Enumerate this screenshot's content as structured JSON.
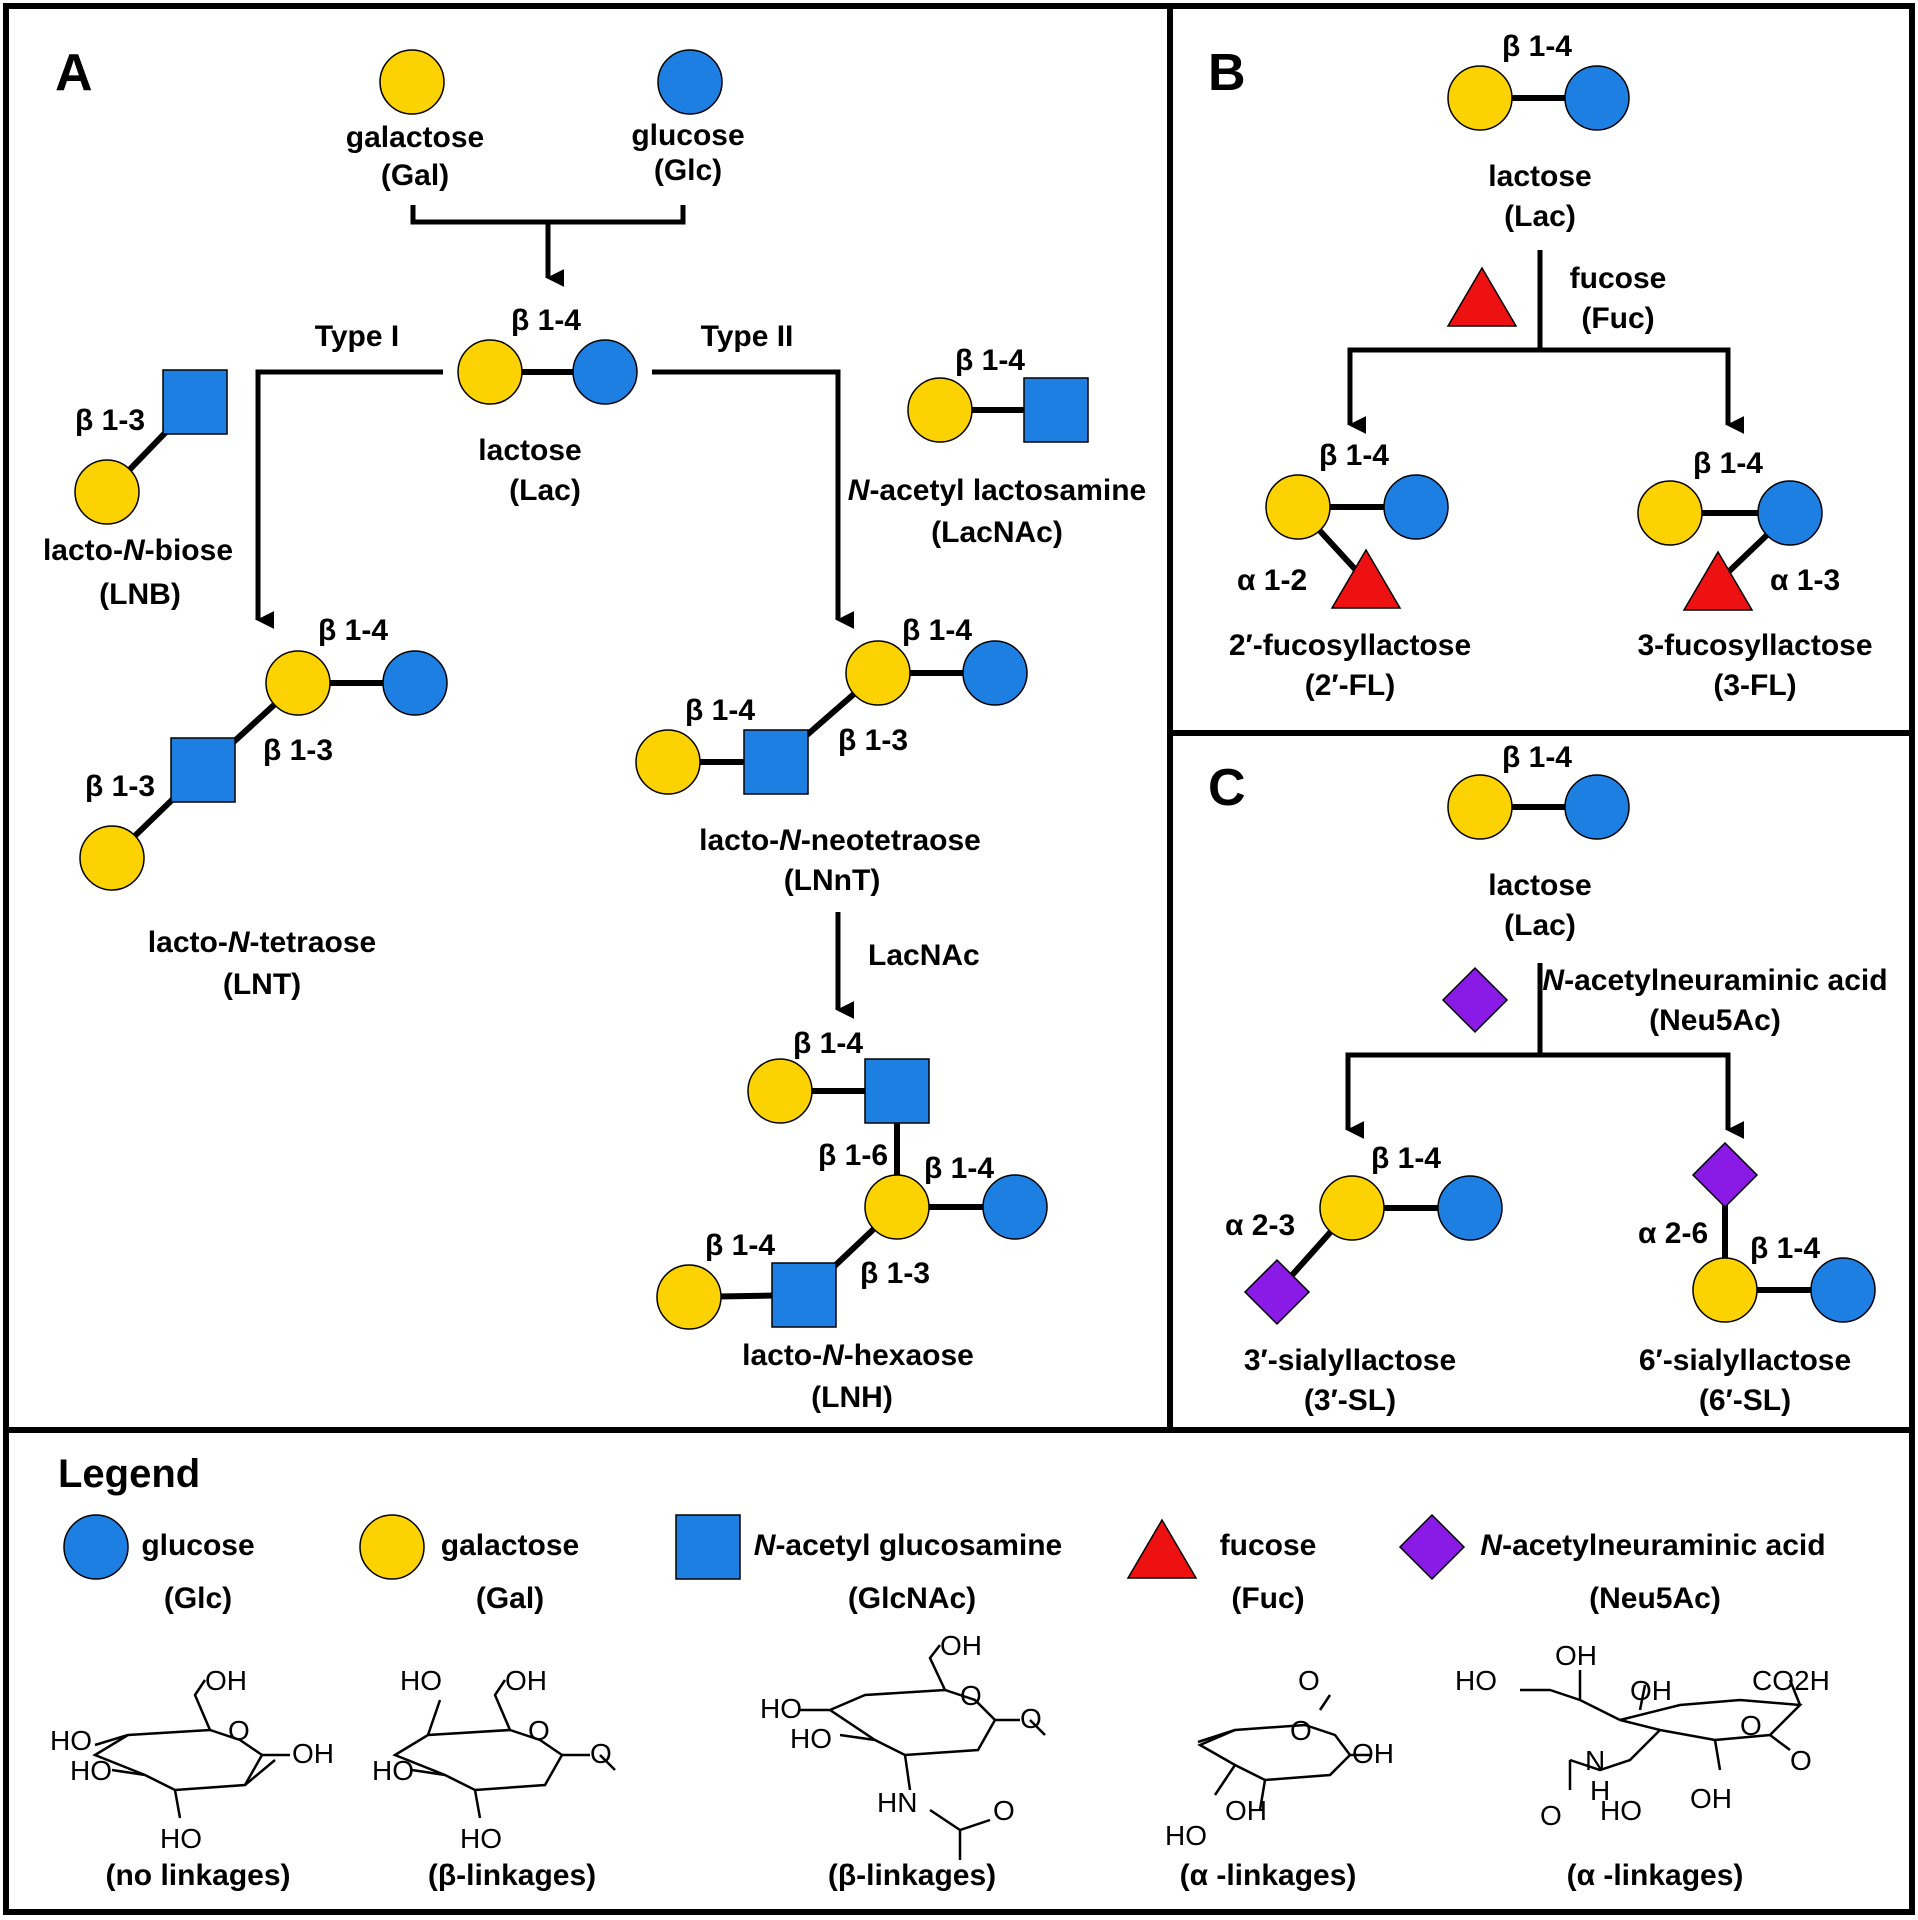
{
  "colors": {
    "glucose": "#1e7fe3",
    "galactose": "#fcd200",
    "glcnac": "#1e7fe3",
    "fucose": "#ee1111",
    "neu5ac": "#8a1ae6",
    "outline": "#000000"
  },
  "panel_a": {
    "letter": "A",
    "galactose": {
      "name": "galactose",
      "abbr": "(Gal)"
    },
    "glucose": {
      "name": "glucose",
      "abbr": "(Glc)"
    },
    "lactose": {
      "name": "lactose",
      "abbr": "(Lac)"
    },
    "type_i": "Type I",
    "type_ii": "Type II",
    "lnb": {
      "name_pre": "lacto-",
      "name_it": "N",
      "name_post": "-biose",
      "abbr": "(LNB)"
    },
    "lacnac": {
      "name_it": "N",
      "name_post": "-acetyl lactosamine",
      "abbr": "(LacNAc)"
    },
    "lnt": {
      "name_pre": "lacto-",
      "name_it": "N",
      "name_post": "-tetraose",
      "abbr": "(LNT)"
    },
    "lnnt": {
      "name_pre": "lacto-",
      "name_it": "N",
      "name_post": "-neotetraose",
      "abbr": "(LNnT)"
    },
    "lacnac_step": "LacNAc",
    "lnh": {
      "name_pre": "lacto-",
      "name_it": "N",
      "name_post": "-hexaose",
      "abbr": "(LNH)"
    },
    "link_b14": "β 1-4",
    "link_b13": "β 1-3",
    "link_b16": "β 1-6"
  },
  "panel_b": {
    "letter": "B",
    "lactose": {
      "name": "lactose",
      "abbr": "(Lac)"
    },
    "fucose": {
      "name": "fucose",
      "abbr": "(Fuc)"
    },
    "fl2": {
      "name": "2′-fucosyllactose",
      "abbr": "(2′-FL)"
    },
    "fl3": {
      "name": "3-fucosyllactose",
      "abbr": "(3-FL)"
    },
    "link_b14": "β 1-4",
    "link_a12": "α 1-2",
    "link_a13": "α 1-3"
  },
  "panel_c": {
    "letter": "C",
    "lactose": {
      "name": "lactose",
      "abbr": "(Lac)"
    },
    "neu5ac": {
      "name_it": "N",
      "name_post": "-acetylneuraminic acid",
      "abbr": "(Neu5Ac)"
    },
    "sl3": {
      "name": "3′-sialyllactose",
      "abbr": "(3′-SL)"
    },
    "sl6": {
      "name": "6′-sialyllactose",
      "abbr": "(6′-SL)"
    },
    "link_b14": "β 1-4",
    "link_a23": "α 2-3",
    "link_a26": "α 2-6"
  },
  "legend": {
    "title": "Legend",
    "items": [
      {
        "name": "glucose",
        "abbr": "(Glc)",
        "note": "(no linkages)"
      },
      {
        "name": "galactose",
        "abbr": "(Gal)",
        "note": "(β-linkages)"
      },
      {
        "name_it": "N",
        "name_post": "-acetyl glucosamine",
        "abbr": "(GlcNAc)",
        "note": "(β-linkages)"
      },
      {
        "name": "fucose",
        "abbr": "(Fuc)",
        "note": "(α -linkages)"
      },
      {
        "name_it": "N",
        "name_post": "-acetylneuraminic acid",
        "abbr": "(Neu5Ac)",
        "note": "(α -linkages)"
      }
    ],
    "atoms": {
      "oh": "OH",
      "ho": "HO",
      "o": "O",
      "hn": "HN",
      "nh_n": "N",
      "nh_h": "H",
      "co2h": "CO2H"
    }
  }
}
